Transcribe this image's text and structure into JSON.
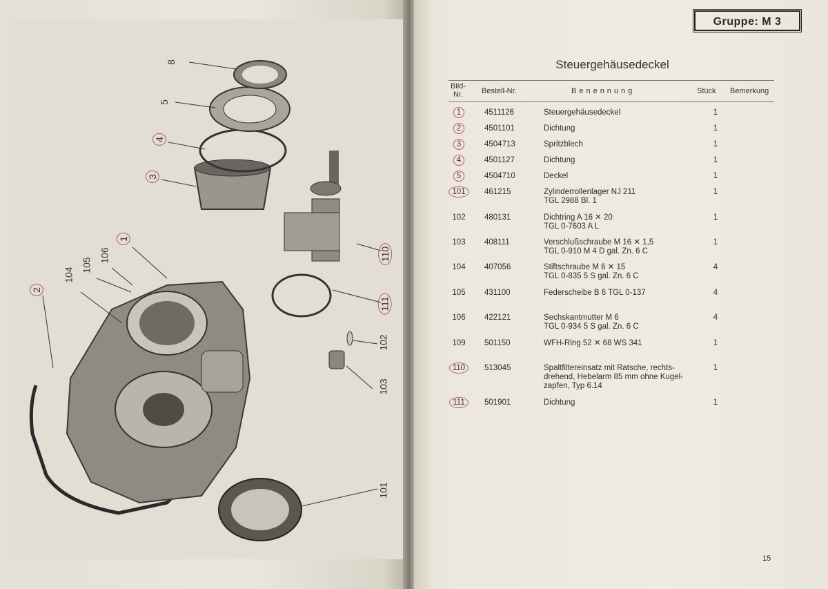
{
  "right_page": {
    "group_label": "Gruppe: M 3",
    "title": "Steuergehäusedeckel",
    "headers": {
      "bild_nr": "Bild-\nNr.",
      "bestell_nr": "Bestell-Nr.",
      "benennung": "Benennung",
      "stueck": "Stück",
      "bemerkung": "Bemerkung"
    },
    "rows": [
      {
        "bild": "1",
        "bestell": "4511126",
        "benennung": "Steuergehäusedeckel",
        "stueck": "1",
        "circled": true
      },
      {
        "bild": "2",
        "bestell": "4501101",
        "benennung": "Dichtung",
        "stueck": "1",
        "circled": true
      },
      {
        "bild": "3",
        "bestell": "4504713",
        "benennung": "Spritzblech",
        "stueck": "1",
        "circled": true
      },
      {
        "bild": "4",
        "bestell": "4501127",
        "benennung": "Dichtung",
        "stueck": "1",
        "circled": true
      },
      {
        "bild": "5",
        "bestell": "4504710",
        "benennung": "Deckel",
        "stueck": "1",
        "circled": true
      },
      {
        "bild": "101",
        "bestell": "461215",
        "benennung": "Zylinderrollenlager NJ 211\nTGL 2988 Bl. 1",
        "stueck": "1",
        "circled": true
      },
      {
        "bild": "102",
        "bestell": "480131",
        "benennung": "Dichtring A 16 ✕ 20\nTGL 0-7603 A L",
        "stueck": "1",
        "circled": false
      },
      {
        "bild": "103",
        "bestell": "408111",
        "benennung": "Verschlußschraube M 16 ✕ 1,5\nTGL 0-910 M 4 D gal. Zn. 6 C",
        "stueck": "1",
        "circled": false
      },
      {
        "bild": "104",
        "bestell": "407056",
        "benennung": "Stiftschraube M 6 ✕ 15\nTGL 0-835 5 S gal. Zn. 6 C",
        "stueck": "4",
        "circled": false
      },
      {
        "bild": "105",
        "bestell": "431100",
        "benennung": "Federscheibe B 6 TGL 0-137",
        "stueck": "4",
        "circled": false
      },
      {
        "bild": "106",
        "bestell": "422121",
        "benennung": "Sechskantmutter M 6\nTGL 0-934 5 S gal. Zn. 6 C",
        "stueck": "4",
        "circled": false
      },
      {
        "bild": "109",
        "bestell": "501150",
        "benennung": "WFH-Ring 52 ✕ 68 WS 341",
        "stueck": "1",
        "circled": false
      },
      {
        "bild": "110",
        "bestell": "513045",
        "benennung": "Spaltfiltereinsatz mit Ratsche, rechts-\ndrehend, Hebelarm 85 mm ohne Kugel-\nzapfen, Typ 6.14",
        "stueck": "1",
        "circled": true
      },
      {
        "bild": "111",
        "bestell": "501901",
        "benennung": "Dichtung",
        "stueck": "1",
        "circled": true
      }
    ],
    "page_number": "15"
  },
  "left_page": {
    "callouts": [
      "8",
      "5",
      "4",
      "3",
      "1",
      "2",
      "104",
      "105",
      "106",
      "110",
      "111",
      "102",
      "103",
      "101"
    ]
  }
}
